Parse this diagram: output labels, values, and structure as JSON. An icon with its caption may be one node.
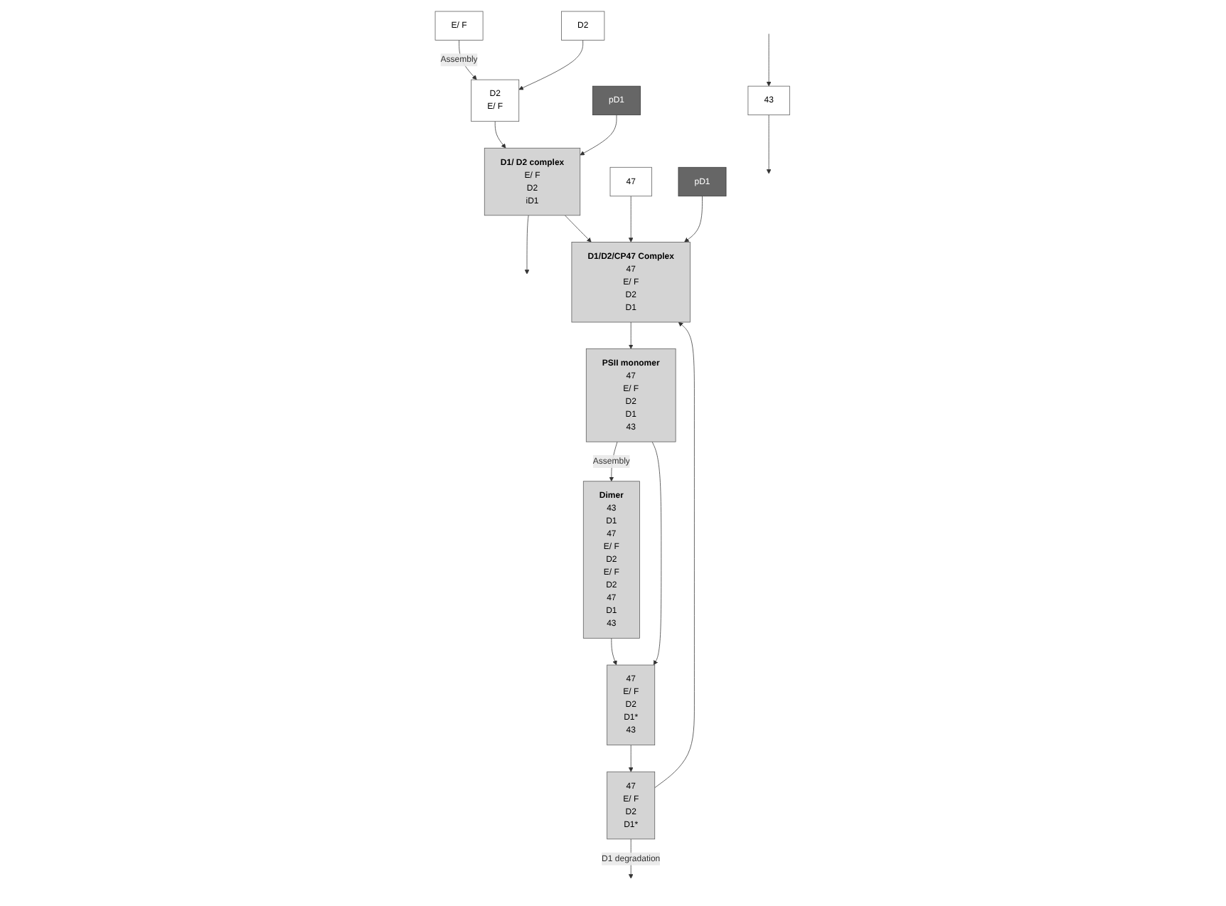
{
  "diagram": {
    "nodes": [
      {
        "text": [
          "E/ F"
        ]
      },
      {
        "text": [
          "D2"
        ]
      },
      {
        "text": [
          "D2",
          "E/ F"
        ]
      },
      {
        "text": [
          "pD1"
        ]
      },
      {
        "text": [
          "D1/ D2 complex",
          "E/ F",
          "D2",
          "iD1"
        ]
      },
      {
        "text": [
          "47"
        ]
      },
      {
        "text": [
          "D1/D2/CP47 Complex",
          "47",
          "E/ F",
          "D2",
          "D1"
        ]
      },
      {
        "text": [
          "PSII monomer",
          "47",
          "E/ F",
          "D2",
          "D1",
          "43"
        ]
      },
      {
        "text": [
          "Dimer",
          "43",
          "D1",
          "47",
          "E/ F",
          "D2",
          "E/ F",
          "D2",
          "47",
          "D1",
          "43"
        ]
      },
      {
        "text": [
          "43"
        ]
      },
      {
        "text": [
          "47",
          "E/ F",
          "D2",
          "D1*",
          "43"
        ]
      },
      {
        "text": [
          "47",
          "E/ F",
          "D2",
          "D1*"
        ]
      },
      {
        "text": [
          "pD1"
        ]
      }
    ],
    "edges": [
      {
        "from": 0,
        "to": 2,
        "arrow": "to",
        "label": "Assembly"
      },
      {
        "from": 1,
        "to": 2,
        "arrow": "to"
      },
      {
        "from": 2,
        "to": 4,
        "arrow": "to"
      },
      {
        "from": 3,
        "to": 4,
        "arrow": "to"
      },
      {
        "from": 4,
        "to": null,
        "arrow": "to"
      },
      {
        "from": 4,
        "to": 6,
        "arrow": "to"
      },
      {
        "from": 5,
        "to": 6,
        "arrow": "to"
      },
      {
        "from": 6,
        "to": 7,
        "arrow": "to"
      },
      {
        "from": 7,
        "to": 8,
        "arrow": "to",
        "label": "Assembly"
      },
      {
        "from": 7,
        "to": 10,
        "arrow": "to"
      },
      {
        "from": 8,
        "to": 10,
        "arrow": "to"
      },
      {
        "from": 9,
        "to": null,
        "arrow": "to"
      },
      {
        "from": null,
        "to": 9,
        "arrow": "to"
      },
      {
        "from": 10,
        "to": 11,
        "arrow": "to"
      },
      {
        "from": 11,
        "to": null,
        "arrow": "to",
        "label": "D1 degradation"
      },
      {
        "from": 11,
        "to": 6,
        "arrow": "to"
      },
      {
        "from": 12,
        "to": 6,
        "arrow": "to"
      }
    ]
  }
}
